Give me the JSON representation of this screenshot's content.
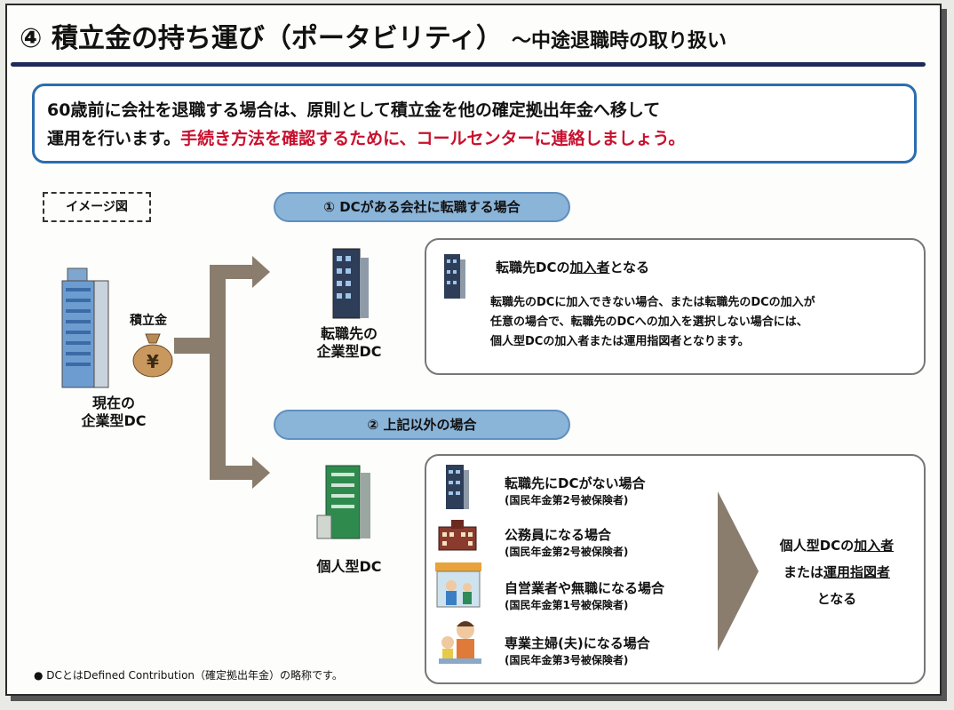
{
  "title": {
    "main": "④ 積立金の持ち運び（ポータビリティ）",
    "sub": "～中途退職時の取り扱い"
  },
  "intro": {
    "line1": "60歳前に会社を退職する場合は、原則として積立金を他の確定拠出年金へ移して",
    "line2_black": "運用を行います。",
    "line2_red": "手続き方法を確認するために、コールセンターに連絡しましょう。"
  },
  "image_label": "イメージ図",
  "current": {
    "money_label": "積立金",
    "label_line1": "現在の",
    "label_line2": "企業型DC"
  },
  "case1": {
    "pill": "① DCがある会社に転職する場合",
    "target_line1": "転職先の",
    "target_line2": "企業型DC",
    "headline_pre": "転職先DCの",
    "headline_u": "加入者",
    "headline_post": "となる",
    "detail1": "転職先のDCに加入できない場合、または転職先のDCの加入が",
    "detail2": "任意の場合で、転職先のDCへの加入を選択しない場合には、",
    "detail3": "個人型DCの加入者または運用指図者となります。"
  },
  "case2": {
    "pill": "② 上記以外の場合",
    "target": "個人型DC",
    "items": [
      {
        "title": "転職先にDCがない場合",
        "sub": "(国民年金第2号被保険者)"
      },
      {
        "title": "公務員になる場合",
        "sub": "(国民年金第2号被保険者)"
      },
      {
        "title": "自営業者や無職になる場合",
        "sub": "(国民年金第1号被保険者)"
      },
      {
        "title": "専業主婦(夫)になる場合",
        "sub": "(国民年金第3号被保険者)"
      }
    ],
    "result_line1_pre": "個人型DCの",
    "result_line1_u": "加入者",
    "result_line2_pre": "または",
    "result_line2_u": "運用指図者",
    "result_line3": "となる"
  },
  "footnote": "● DCとはDefined Contribution（確定拠出年金）の略称です。",
  "colors": {
    "accent_blue": "#2b6db0",
    "red": "#c8102e",
    "pill": "#8ab4d8",
    "rule": "#1e2a5a",
    "arrow": "#8a7d6e"
  }
}
